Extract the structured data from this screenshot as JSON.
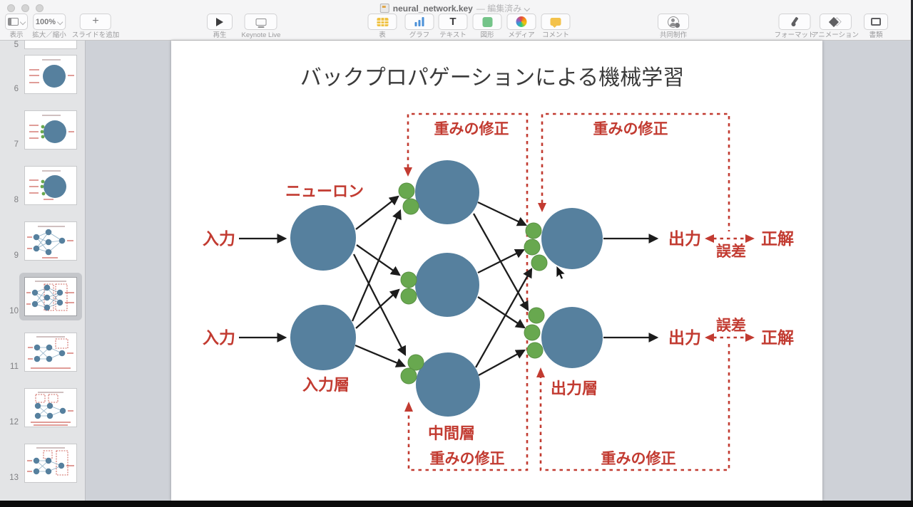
{
  "window": {
    "file_name": "neural_network.key",
    "edit_status": "— 編集済み"
  },
  "toolbar": {
    "view": {
      "label": "表示"
    },
    "zoom": {
      "label": "拡大／縮小",
      "value": "100%"
    },
    "add_slide": {
      "label": "スライドを追加"
    },
    "play": {
      "label": "再生"
    },
    "keynote_live": {
      "label": "Keynote Live"
    },
    "table": {
      "label": "表"
    },
    "chart": {
      "label": "グラフ"
    },
    "text": {
      "label": "テキスト"
    },
    "shape": {
      "label": "図形"
    },
    "media": {
      "label": "メディア"
    },
    "comment": {
      "label": "コメント"
    },
    "collaborate": {
      "label": "共同制作"
    },
    "format": {
      "label": "フォーマット"
    },
    "animate": {
      "label": "アニメーション"
    },
    "document": {
      "label": "書類"
    }
  },
  "sidebar": {
    "selected_slide": "10",
    "slides": [
      {
        "num": "5"
      },
      {
        "num": "6"
      },
      {
        "num": "7"
      },
      {
        "num": "8"
      },
      {
        "num": "9"
      },
      {
        "num": "10"
      },
      {
        "num": "11"
      },
      {
        "num": "12"
      },
      {
        "num": "13"
      }
    ]
  },
  "slide": {
    "title": "バックプロパゲーションによる機械学習",
    "labels": {
      "input": "入力",
      "neuron": "ニューロン",
      "input_layer": "入力層",
      "hidden_layer": "中間層",
      "output_layer": "出力層",
      "output": "出力",
      "error": "誤差",
      "correct": "正解",
      "weight_update": "重みの修正"
    },
    "colors": {
      "node_blue": "#56809E",
      "weight_green": "#68A84F",
      "accent_red": "#C23B31",
      "arrow_black": "#1C1C1C"
    }
  }
}
